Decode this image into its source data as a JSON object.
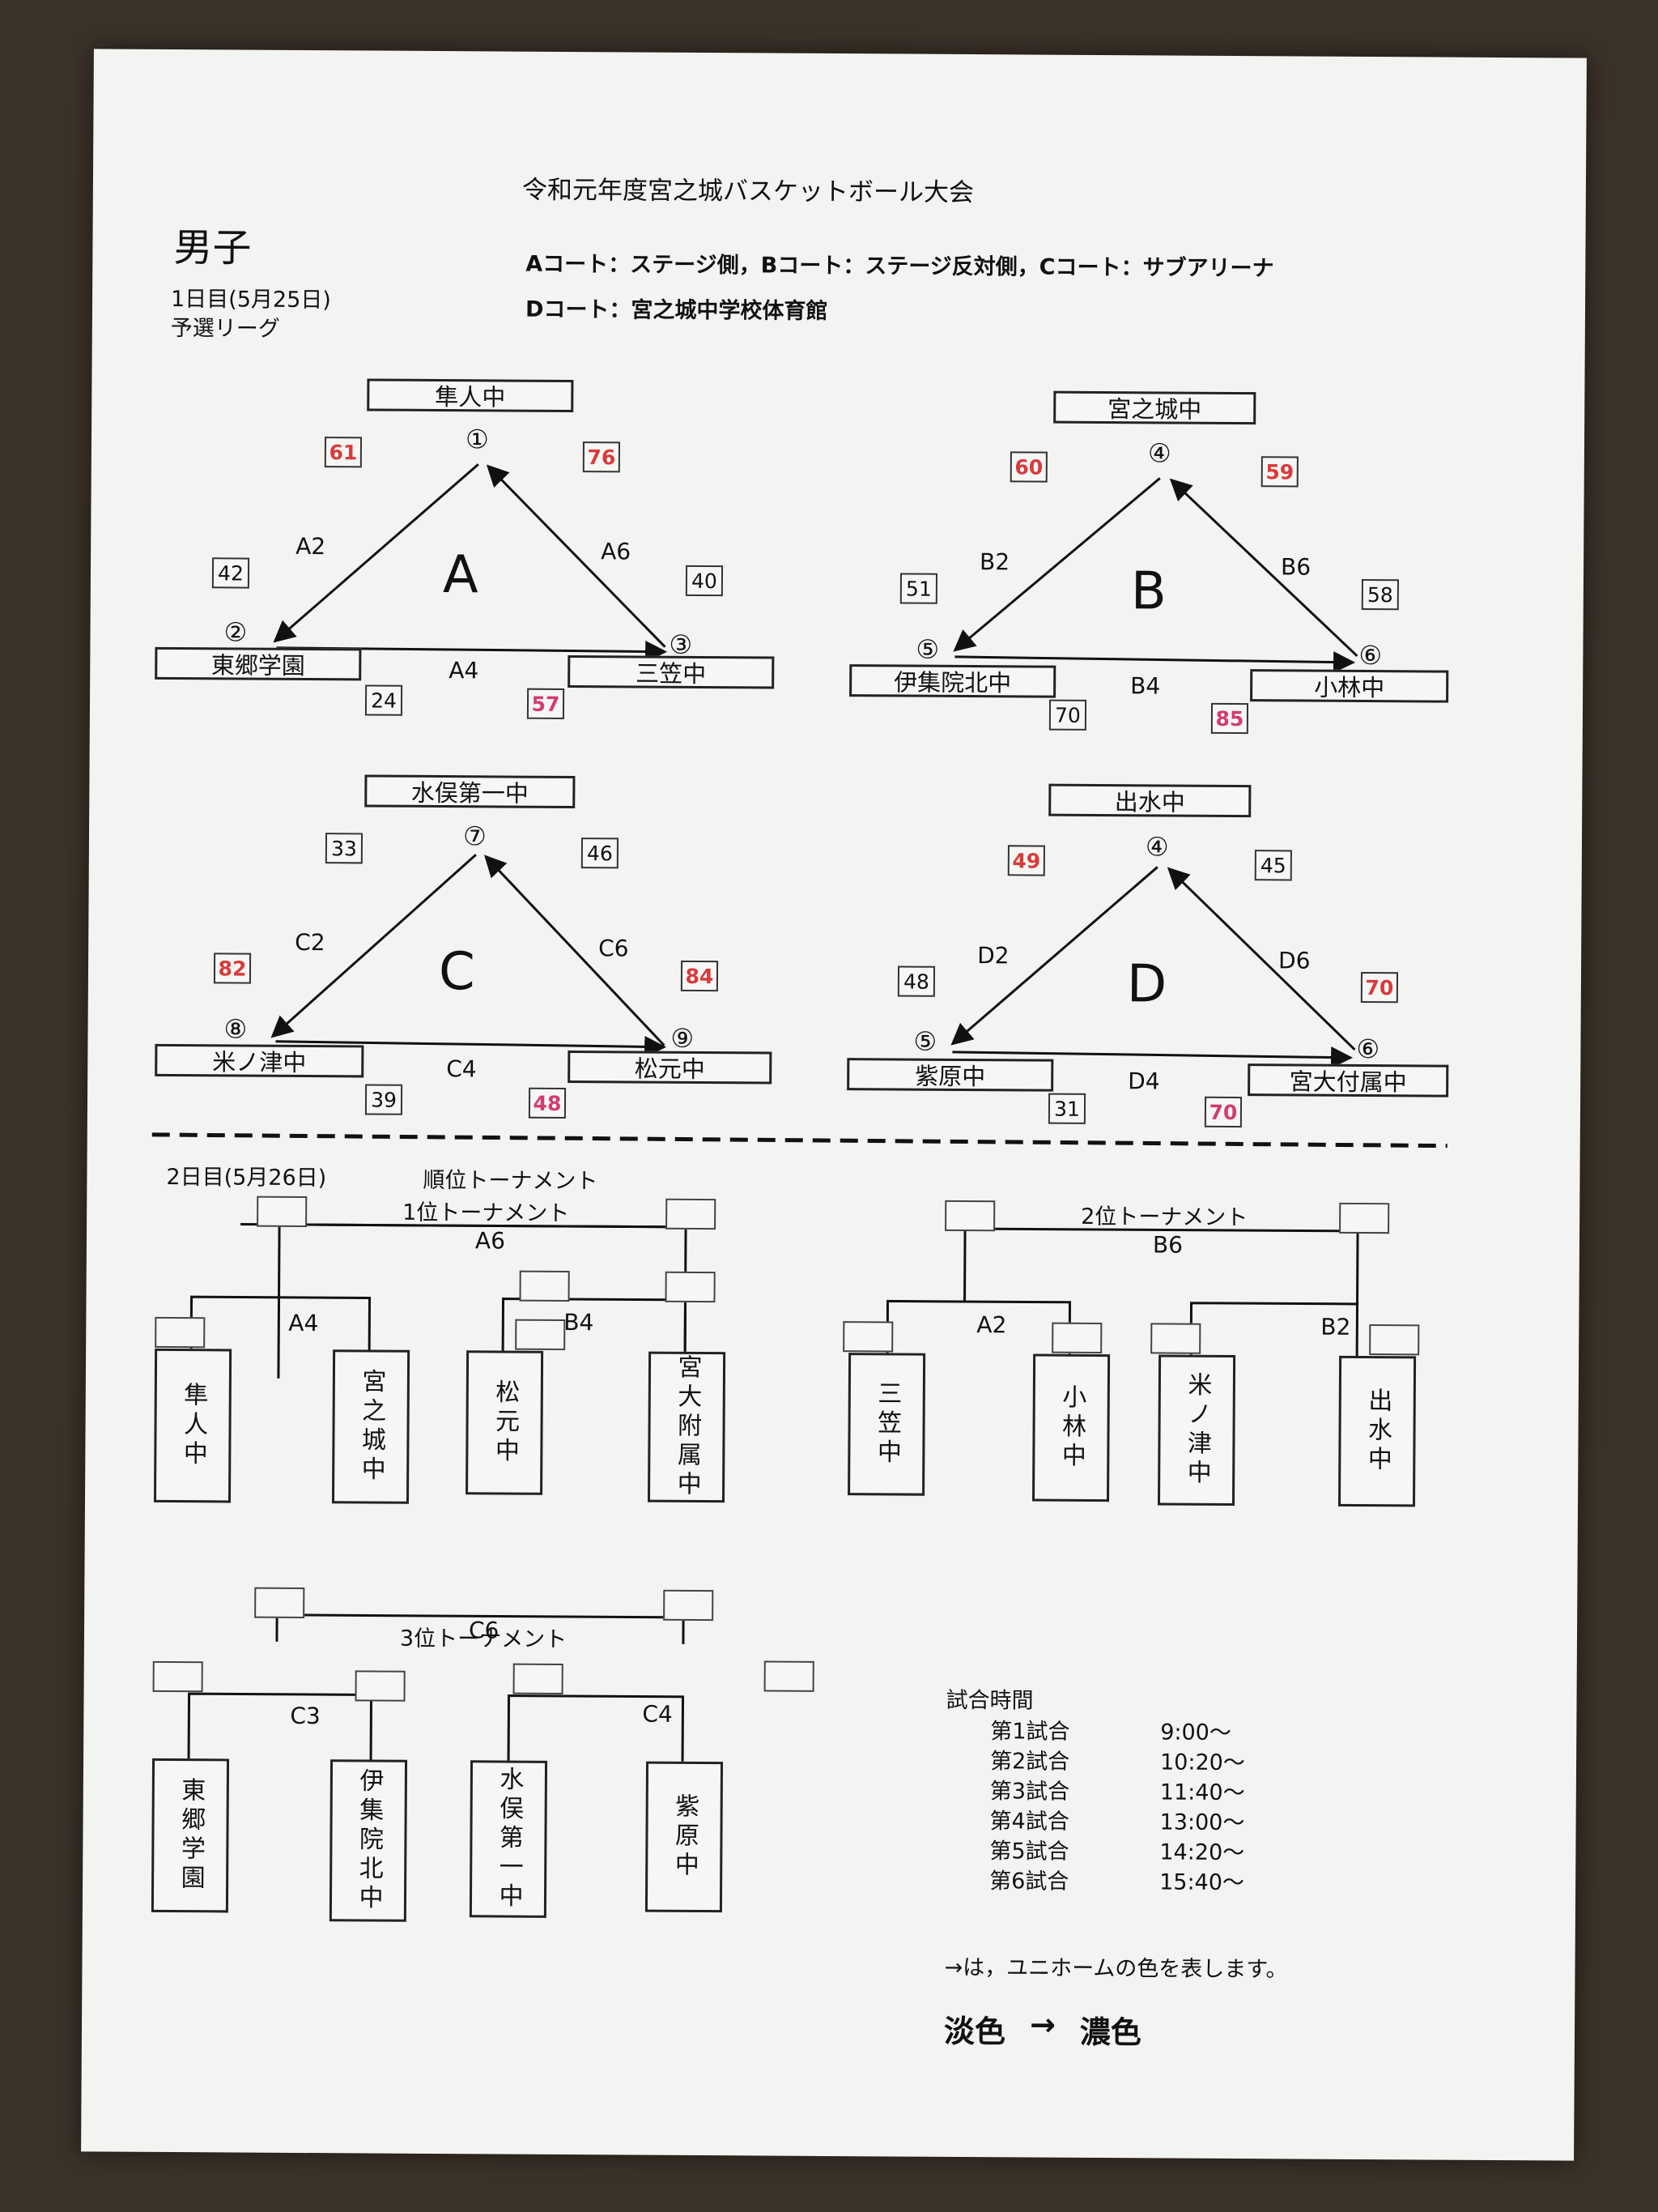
{
  "header": {
    "title": "令和元年度宮之城バスケットボール大会",
    "gender": "男子",
    "court_line1": "Aコート：ステージ側，Bコート：ステージ反対側，Cコート：サブアリーナ",
    "court_line2": "Dコート：宮之城中学校体育館",
    "day1": "1日目(5月25日)",
    "day1_sub": "予選リーグ"
  },
  "leagues": {
    "A": {
      "letter": "A",
      "top": {
        "team": "隼人中",
        "num": "①"
      },
      "left": {
        "team": "東郷学園",
        "num": "②"
      },
      "right": {
        "team": "三笠中",
        "num": "③"
      },
      "g_left": "A2",
      "g_right": "A6",
      "g_bottom": "A4",
      "s_left_top": "61",
      "s_left_bot": "42",
      "s_right_top": "76",
      "s_right_bot": "40",
      "s_bottom_left": "24",
      "s_bottom_right": "57"
    },
    "B": {
      "letter": "B",
      "top": {
        "team": "宮之城中",
        "num": "④"
      },
      "left": {
        "team": "伊集院北中",
        "num": "⑤"
      },
      "right": {
        "team": "小林中",
        "num": "⑥"
      },
      "g_left": "B2",
      "g_right": "B6",
      "g_bottom": "B4",
      "s_left_top": "60",
      "s_left_bot": "51",
      "s_right_top": "59",
      "s_right_bot": "58",
      "s_bottom_left": "70",
      "s_bottom_right": "85"
    },
    "C": {
      "letter": "C",
      "top": {
        "team": "水俣第一中",
        "num": "⑦"
      },
      "left": {
        "team": "米ノ津中",
        "num": "⑧"
      },
      "right": {
        "team": "松元中",
        "num": "⑨"
      },
      "g_left": "C2",
      "g_right": "C6",
      "g_bottom": "C4",
      "s_left_top": "33",
      "s_left_bot": "82",
      "s_right_top": "46",
      "s_right_bot": "84",
      "s_bottom_left": "39",
      "s_bottom_right": "48"
    },
    "D": {
      "letter": "D",
      "top": {
        "team": "出水中",
        "num": "④"
      },
      "left": {
        "team": "紫原中",
        "num": "⑤"
      },
      "right": {
        "team": "宮大付属中",
        "num": "⑥"
      },
      "g_left": "D2",
      "g_right": "D6",
      "g_bottom": "D4",
      "s_left_top": "49",
      "s_left_bot": "48",
      "s_right_top": "45",
      "s_right_bot": "70",
      "s_bottom_left": "31",
      "s_bottom_right": "70"
    }
  },
  "day2": {
    "title": "2日目(5月26日)",
    "subtitle": "順位トーナメント",
    "t1": {
      "title": "1位トーナメント",
      "final": "A6",
      "semi_left": "A4",
      "semi_right": "B4",
      "teams": [
        "隼人中",
        "宮之城中",
        "松元中",
        "宮大附属中"
      ]
    },
    "t2": {
      "title": "2位トーナメント",
      "final": "B6",
      "semi_left": "A2",
      "semi_right": "B2",
      "teams": [
        "三笠中",
        "小林中",
        "米ノ津中",
        "出水中"
      ]
    },
    "t3": {
      "title": "3位トーナメント",
      "final": "C6",
      "semi_left": "C3",
      "semi_right": "C4",
      "teams": [
        "東郷学園",
        "伊集院北中",
        "水俣第一中",
        "紫原中"
      ]
    }
  },
  "schedule": {
    "title": "試合時間",
    "rows": [
      {
        "game": "第1試合",
        "time": "9:00～"
      },
      {
        "game": "第2試合",
        "time": "10:20～"
      },
      {
        "game": "第3試合",
        "time": "11:40～"
      },
      {
        "game": "第4試合",
        "time": "13:00～"
      },
      {
        "game": "第5試合",
        "time": "14:20～"
      },
      {
        "game": "第6試合",
        "time": "15:40～"
      }
    ]
  },
  "note": {
    "text": "→は，ユニホームの色を表します。",
    "light": "淡色",
    "arrow": "→",
    "dark": "濃色"
  }
}
